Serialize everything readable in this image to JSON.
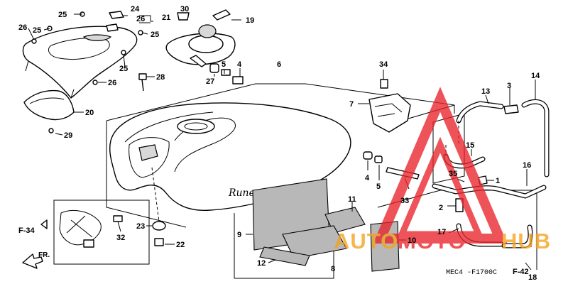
{
  "parts": [
    {
      "id": "p25a",
      "text": "25"
    },
    {
      "id": "p24",
      "text": "24"
    },
    {
      "id": "p26a",
      "text": "26"
    },
    {
      "id": "p21",
      "text": "21"
    },
    {
      "id": "p30",
      "text": "30"
    },
    {
      "id": "p19",
      "text": "19"
    },
    {
      "id": "p26b",
      "text": "26"
    },
    {
      "id": "p25b",
      "text": "25"
    },
    {
      "id": "p25c",
      "text": "25"
    },
    {
      "id": "p25d",
      "text": "25"
    },
    {
      "id": "p26c",
      "text": "26"
    },
    {
      "id": "p28",
      "text": "28"
    },
    {
      "id": "p6",
      "text": "6"
    },
    {
      "id": "p5a",
      "text": "5"
    },
    {
      "id": "p4a",
      "text": "4"
    },
    {
      "id": "p27",
      "text": "27"
    },
    {
      "id": "p34",
      "text": "34"
    },
    {
      "id": "p14",
      "text": "14"
    },
    {
      "id": "p13",
      "text": "13"
    },
    {
      "id": "p3",
      "text": "3"
    },
    {
      "id": "p7",
      "text": "7"
    },
    {
      "id": "p20",
      "text": "20"
    },
    {
      "id": "p29",
      "text": "29"
    },
    {
      "id": "p15",
      "text": "15"
    },
    {
      "id": "p16",
      "text": "16"
    },
    {
      "id": "p35",
      "text": "35"
    },
    {
      "id": "p1",
      "text": "1"
    },
    {
      "id": "p4b",
      "text": "4"
    },
    {
      "id": "p5b",
      "text": "5"
    },
    {
      "id": "p33",
      "text": "33"
    },
    {
      "id": "p11",
      "text": "11"
    },
    {
      "id": "p2",
      "text": "2"
    },
    {
      "id": "p9",
      "text": "9"
    },
    {
      "id": "p10",
      "text": "10"
    },
    {
      "id": "p17",
      "text": "17"
    },
    {
      "id": "p18",
      "text": "18"
    },
    {
      "id": "p23",
      "text": "23"
    },
    {
      "id": "p32",
      "text": "32"
    },
    {
      "id": "p22",
      "text": "22"
    },
    {
      "id": "p12",
      "text": "12"
    },
    {
      "id": "p8",
      "text": "8"
    }
  ],
  "refs": {
    "f34": "F-34",
    "fr": "FR.",
    "f42": "F-42"
  },
  "drawing_code": "MEC4 -F1700C",
  "tank_badge": "Rune",
  "watermark": {
    "text_auto": "AUTO",
    "text_moto": "MOTO",
    "text_hub": "HUB",
    "color_red": "#e8242a",
    "color_orange": "#f4a21c"
  },
  "icons": [
    "arrow-front-icon",
    "arrow-ref-icon",
    "bolt-icon",
    "key-icon"
  ]
}
